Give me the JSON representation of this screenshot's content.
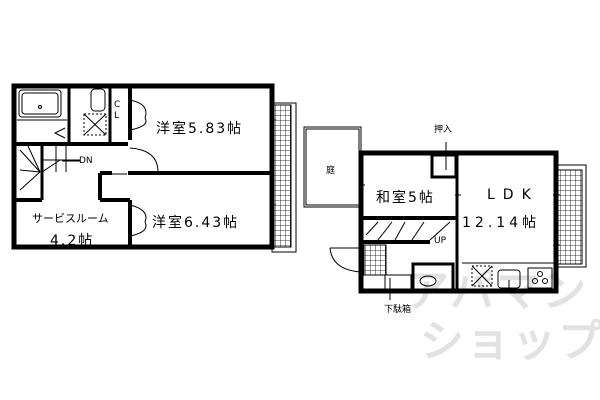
{
  "floor_plan": {
    "upper_floor": {
      "rooms": [
        {
          "id": "western1",
          "label": "洋室5.83帖"
        },
        {
          "id": "western2",
          "label": "洋室6.43帖"
        },
        {
          "id": "service",
          "label_line1": "サービスルーム",
          "label_line2": "4.2帖"
        }
      ],
      "closet_label": "CL",
      "stairs_label": "DN"
    },
    "lower_floor": {
      "rooms": [
        {
          "id": "japanese",
          "label": "和室5帖"
        },
        {
          "id": "ldk",
          "label_line1": "LDK",
          "label_line2": "12.14帖"
        }
      ],
      "garden_label": "庭",
      "closet_label": "押入",
      "stairs_label": "UP",
      "shoe_box_label": "下駄箱"
    },
    "watermark": {
      "line1": "アパマン",
      "line2": "ショップ"
    }
  }
}
